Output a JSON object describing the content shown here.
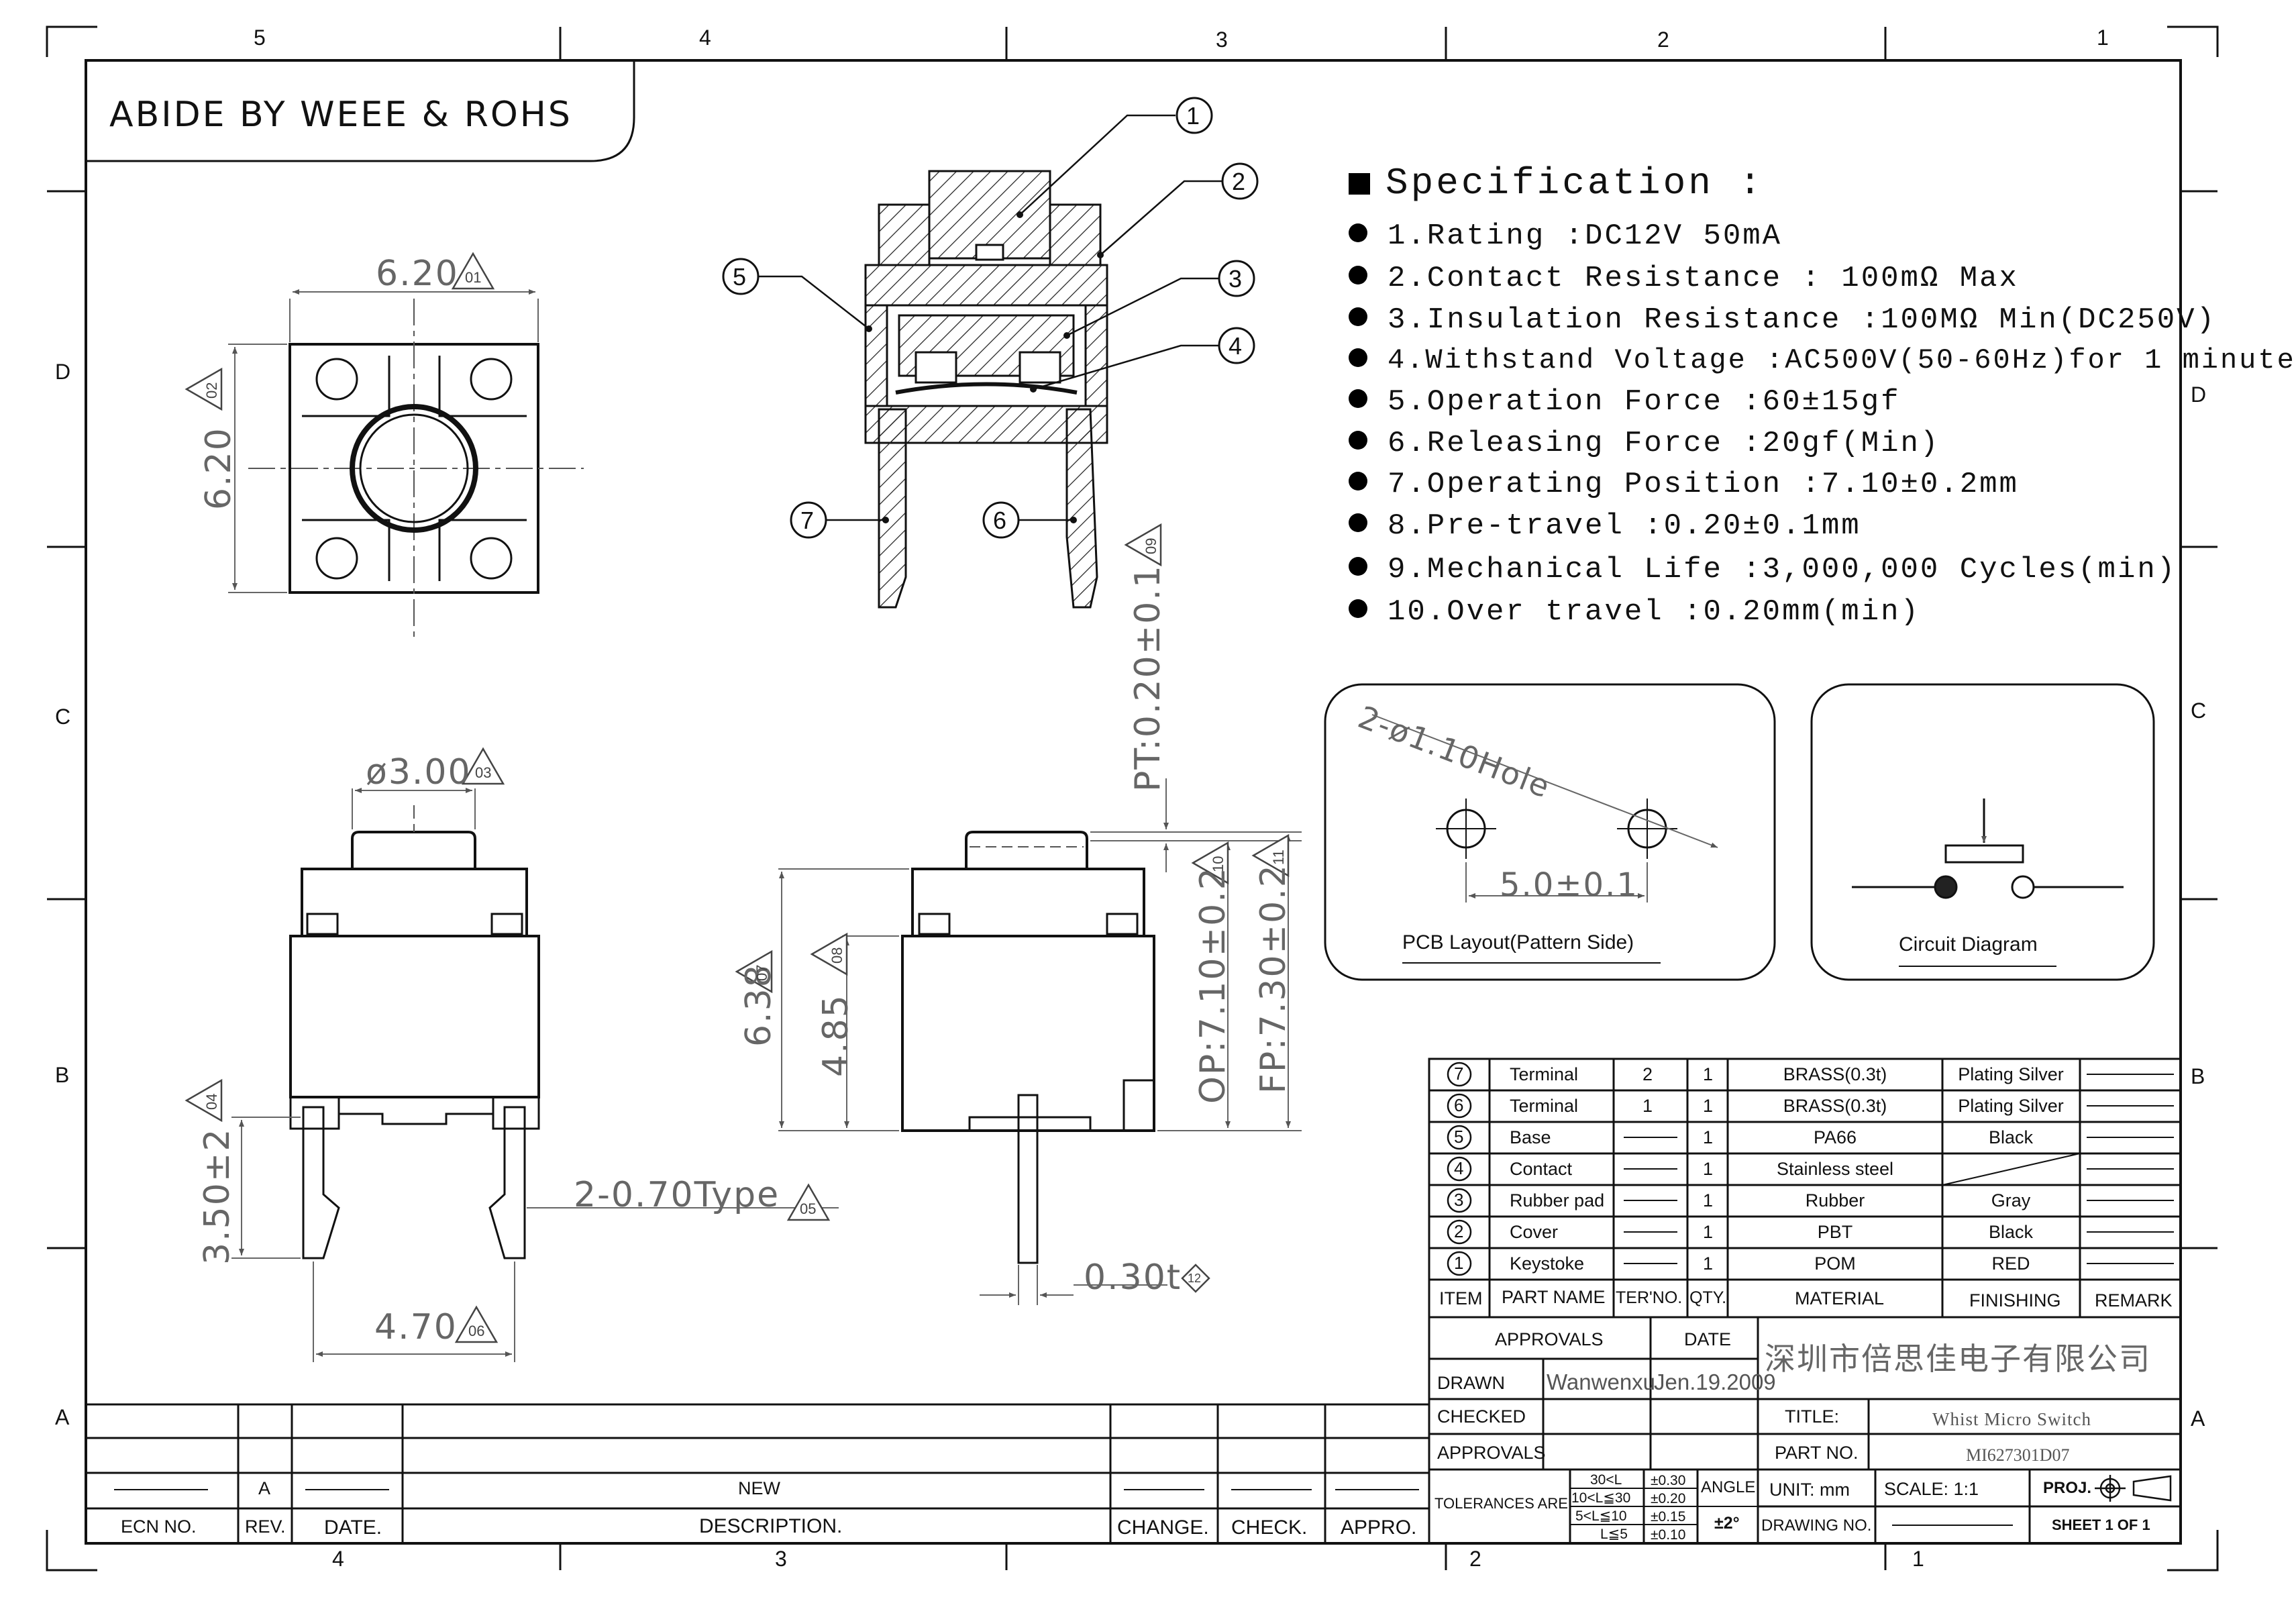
{
  "header_note": "ABIDE BY WEEE & ROHS",
  "zone_columns_top": [
    "5",
    "4",
    "3",
    "2",
    "1"
  ],
  "zone_columns_bottom": [
    "4",
    "3",
    "2",
    "1"
  ],
  "zone_rows": [
    "D",
    "C",
    "B",
    "A"
  ],
  "spec_title": "Specification :",
  "spec_items": [
    "1.Rating :DC12V  50mA",
    "2.Contact Resistance : 100mΩ Max",
    "3.Insulation Resistance :100MΩ Min(DC250V)",
    "4.Withstand Voltage :AC500V(50-60Hz)for 1 minute",
    "5.Operation Force :60±15gf",
    "6.Releasing Force :20gf(Min)",
    "7.Operating Position :7.10±0.2mm",
    "8.Pre-travel :0.20±0.1mm",
    "9.Mechanical Life :3,000,000 Cycles(min)",
    "10.Over travel :0.20mm(min)"
  ],
  "callouts": [
    "1",
    "2",
    "3",
    "4",
    "5",
    "6",
    "7"
  ],
  "dimensions": {
    "top_width": "6.20",
    "top_width_tag": "01",
    "top_height": "6.20",
    "top_height_tag": "02",
    "cap_dia": "ø3.00",
    "cap_dia_tag": "03",
    "pin_len": "3.50±2",
    "pin_len_tag": "04",
    "pin_width": "2-0.70Type",
    "pin_width_tag": "05",
    "pin_pitch": "4.70",
    "pin_pitch_tag": "06",
    "body_h": "6.38",
    "body_h_tag": "07",
    "base_h": "4.85",
    "base_h_tag": "08",
    "pt": "PT:0.20±0.1",
    "pt_tag": "09",
    "op": "OP:7.10±0.2",
    "op_tag": "10",
    "fp": "FP:7.30±0.2",
    "fp_tag": "11",
    "thick": "0.30t",
    "thick_tag": "12"
  },
  "pcb": {
    "hole_note": "2-ø1.10Hole",
    "spacing": "5.0±0.1",
    "caption": "PCB Layout(Pattern Side)"
  },
  "circuit_caption": "Circuit Diagram",
  "bom": {
    "rows": [
      {
        "item": "7",
        "name": "Terminal",
        "ter": "2",
        "qty": "1",
        "material": "BRASS(0.3t)",
        "finishing": "Plating Silver"
      },
      {
        "item": "6",
        "name": "Terminal",
        "ter": "1",
        "qty": "1",
        "material": "BRASS(0.3t)",
        "finishing": "Plating Silver"
      },
      {
        "item": "5",
        "name": "Base",
        "ter": "",
        "qty": "1",
        "material": "PA66",
        "finishing": "Black"
      },
      {
        "item": "4",
        "name": "Contact",
        "ter": "",
        "qty": "1",
        "material": "Stainless steel",
        "finishing": ""
      },
      {
        "item": "3",
        "name": "Rubber pad",
        "ter": "",
        "qty": "1",
        "material": "Rubber",
        "finishing": "Gray"
      },
      {
        "item": "2",
        "name": "Cover",
        "ter": "",
        "qty": "1",
        "material": "PBT",
        "finishing": "Black"
      },
      {
        "item": "1",
        "name": "Keystoke",
        "ter": "",
        "qty": "1",
        "material": "POM",
        "finishing": "RED"
      }
    ],
    "headers": {
      "item": "ITEM",
      "name": "PART NAME",
      "ter": "TER'NO.",
      "qty": "QTY.",
      "material": "MATERIAL",
      "finishing": "FINISHING",
      "remark": "REMARK"
    }
  },
  "title_block": {
    "approvals_label": "APPROVALS",
    "date_label": "DATE",
    "drawn_label": "DRAWN",
    "drawn_by": "Wanwenxu",
    "drawn_date": "Jen.19.2009",
    "checked_label": "CHECKED",
    "approvals2_label": "APPROVALS",
    "company": "深圳市倍思佳电子有限公司",
    "title_label": "TITLE:",
    "title": "Whist Micro Switch",
    "part_label": "PART NO.",
    "part_no": "MI627301D07",
    "tolerances_label": "TOLERANCES ARE",
    "tol_ranges": [
      "30<L",
      "10<L≦30",
      "5<L≦10",
      "L≦5"
    ],
    "tol_values": [
      "±0.30",
      "±0.20",
      "±0.15",
      "±0.10"
    ],
    "angle_label": "ANGLE",
    "angle_value": "±2°",
    "unit_label": "UNIT:  mm",
    "scale_label": "SCALE:  1:1",
    "proj_label": "PROJ.",
    "drawing_no_label": "DRAWING NO.",
    "sheet_label": "SHEET  1  OF  1"
  },
  "revision_block": {
    "rev_value": "A",
    "new_desc": "NEW",
    "headers": {
      "ecn": "ECN NO.",
      "rev": "REV.",
      "date": "DATE.",
      "desc": "DESCRIPTION.",
      "change": "CHANGE.",
      "check": "CHECK.",
      "appro": "APPRO."
    }
  }
}
